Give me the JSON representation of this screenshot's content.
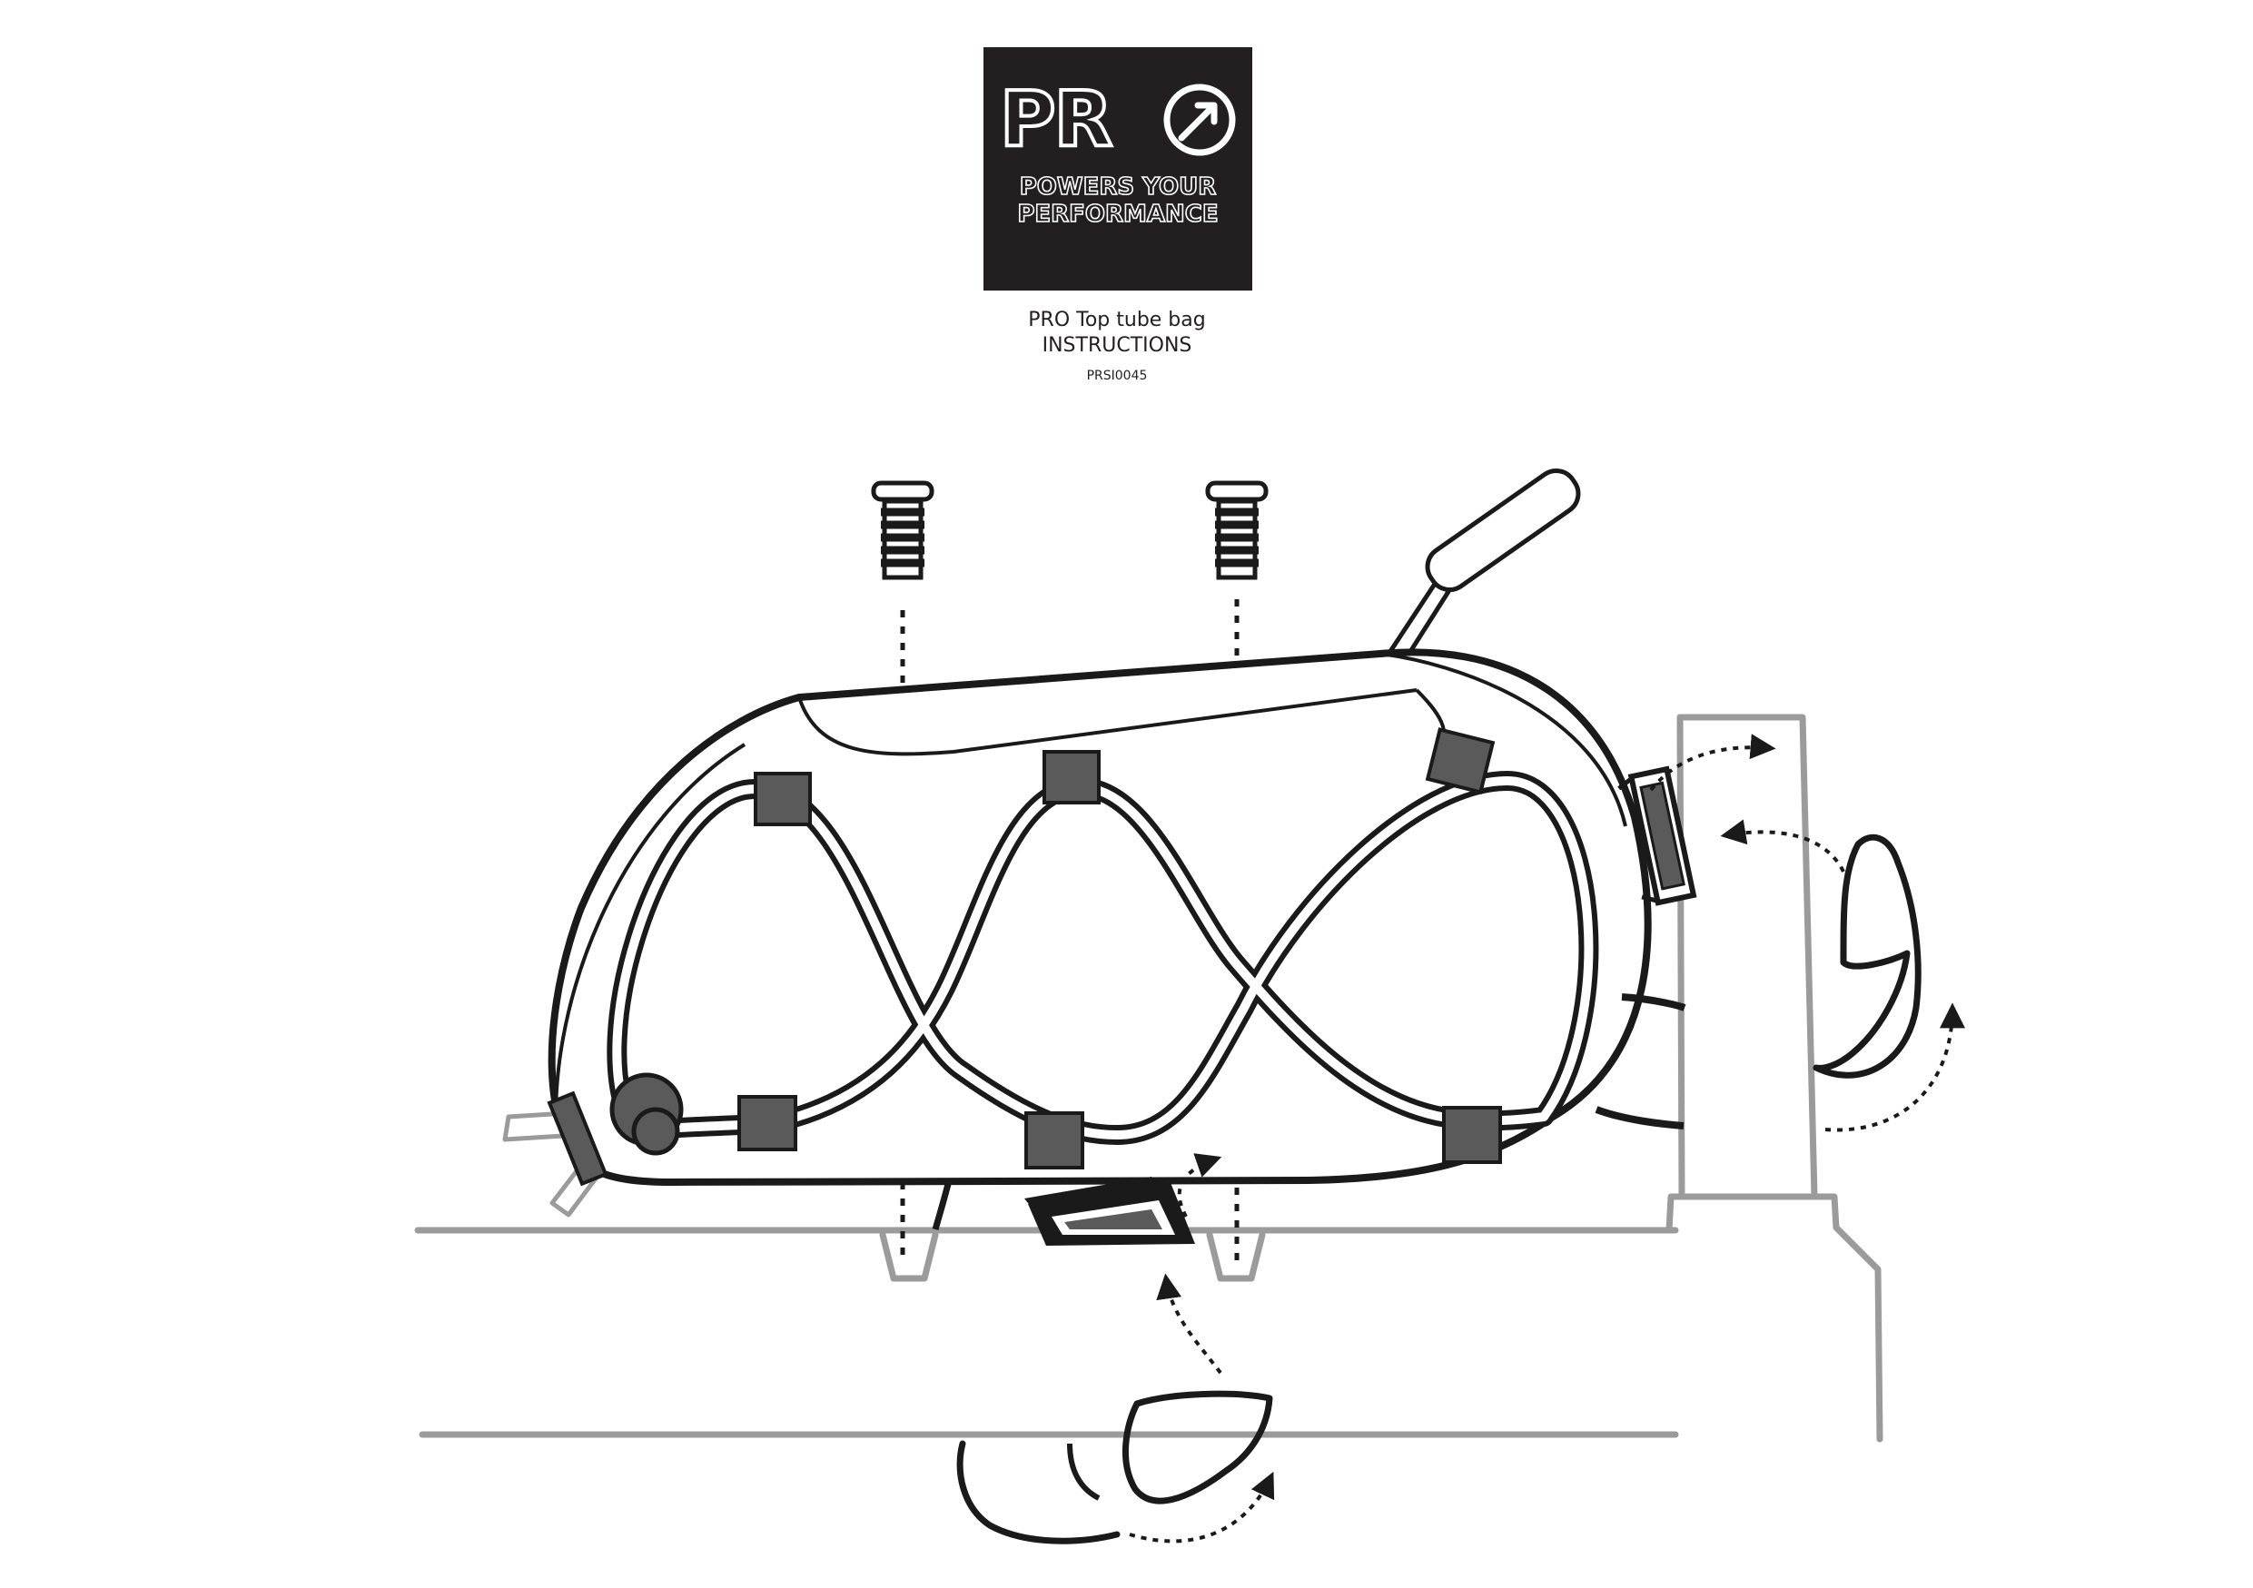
{
  "logo": {
    "wordmark": "PR",
    "tagline_1": "POWERS YOUR",
    "tagline_2": "PERFORMANCE",
    "background": "#231f20",
    "foreground": "#ffffff"
  },
  "header": {
    "title_line_1": "PRO Top tube bag",
    "title_line_2": "INSTRUCTIONS",
    "document_code": "PRSI0045"
  },
  "colors": {
    "ink": "#1a1a1a",
    "frame_gray": "#9b9b9b",
    "strap_pad": "#5a5a5a"
  },
  "illustration": {
    "subject": "top tube bag mounted on bicycle frame with strap routing arrows",
    "icons": [
      "bolt-icon",
      "arrow-icon",
      "strap-icon",
      "buckle-icon"
    ]
  }
}
